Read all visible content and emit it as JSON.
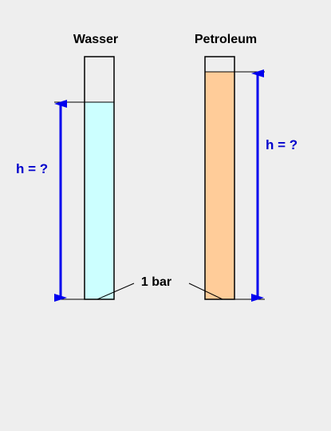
{
  "columns": [
    {
      "name": "Wasser",
      "fill_color": "#ccffff",
      "height_label": "h = ?"
    },
    {
      "name": "Petroleum",
      "fill_color": "#ffcc99",
      "height_label": "h = ?"
    }
  ],
  "pressure_label": "1 bar",
  "colors": {
    "arrow": "#0000ee",
    "label": "#0000cc",
    "outline": "#000000",
    "background": "#eeeeee"
  }
}
